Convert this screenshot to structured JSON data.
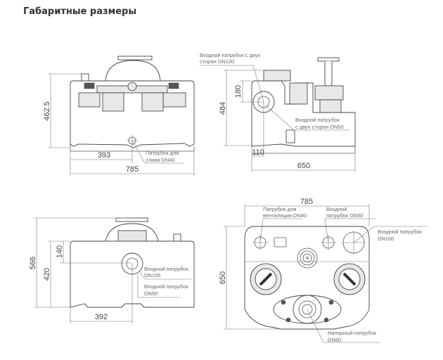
{
  "title": "Габаритные размеры",
  "views": {
    "front": {
      "dims": {
        "height": "462.5",
        "drain_offset": "393",
        "width": "785"
      },
      "labels": {
        "drain": [
          "Патрубок для",
          "слива DN40"
        ]
      }
    },
    "side": {
      "dims": {
        "height": "484",
        "inlet_height": "180",
        "inlet_offset": "110",
        "width": "650"
      },
      "labels": {
        "inlet_dn100": [
          "Входной патрубок с двух",
          "сторон DN100"
        ],
        "inlet_dn50": [
          "Входной патрубок",
          "с двух сторон DN50"
        ]
      }
    },
    "rear": {
      "dims": {
        "total_height": "566",
        "body_height": "420",
        "inlet_height": "140",
        "inlet_offset": "392"
      },
      "labels": {
        "inlet_dn100": [
          "Входной патрубок",
          "DN100"
        ],
        "inlet_dn50": [
          "Входной патрубок",
          "DN50"
        ]
      }
    },
    "top": {
      "dims": {
        "width": "785",
        "depth": "650"
      },
      "labels": {
        "vent": [
          "Патрубок для",
          "вентиляции DN40"
        ],
        "inlet_dn50": [
          "Входной",
          "патрубок DN50"
        ],
        "inlet_dn100": [
          "Входной патрубок",
          "DN100"
        ],
        "pressure": [
          "Напорный патрубок",
          "DN80"
        ]
      }
    }
  }
}
